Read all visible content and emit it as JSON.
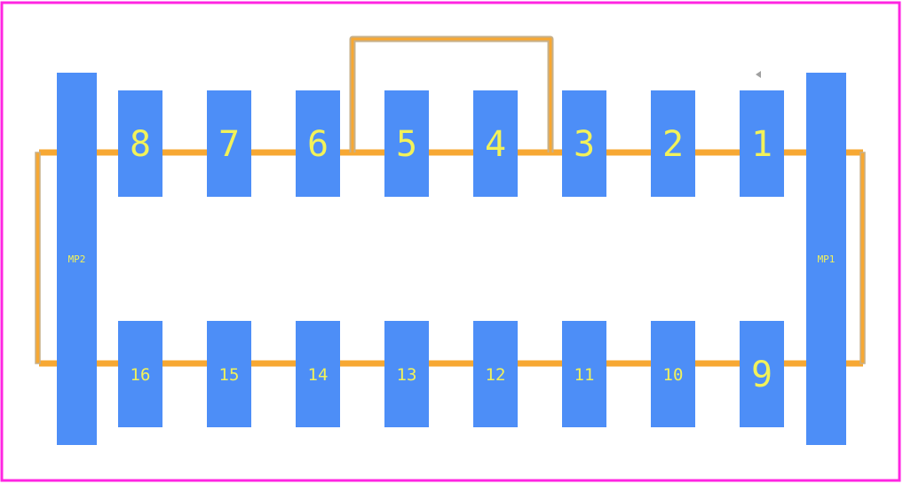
{
  "colors": {
    "background": "#ffffff",
    "frame": "#ff26e2",
    "pad": "#4d8ef7",
    "trace": "#f7a833",
    "trace_outline": "#c7b08a",
    "label": "#f2f25a",
    "marker": "#a0a0a0"
  },
  "pads_top": [
    {
      "label": "8"
    },
    {
      "label": "7"
    },
    {
      "label": "6"
    },
    {
      "label": "5"
    },
    {
      "label": "4"
    },
    {
      "label": "3"
    },
    {
      "label": "2"
    },
    {
      "label": "1"
    }
  ],
  "pads_bottom": [
    {
      "label": "16"
    },
    {
      "label": "15"
    },
    {
      "label": "14"
    },
    {
      "label": "13"
    },
    {
      "label": "12"
    },
    {
      "label": "11"
    },
    {
      "label": "10"
    },
    {
      "label": "9"
    }
  ],
  "mount_pads": [
    {
      "label": "MP2"
    },
    {
      "label": "MP1"
    }
  ]
}
